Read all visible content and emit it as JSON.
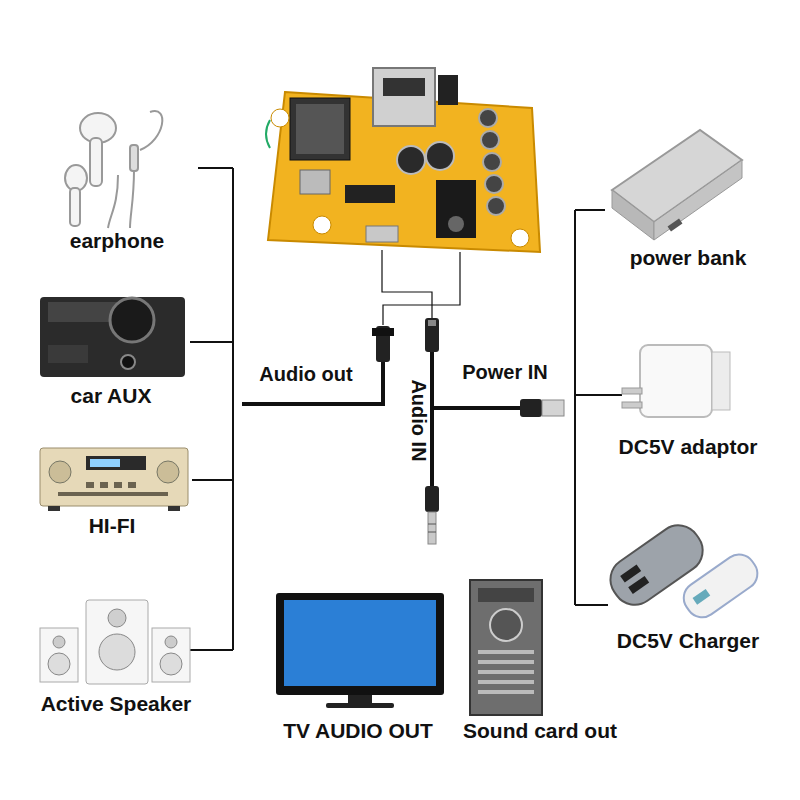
{
  "diagram": {
    "nodes": [
      {
        "text": [
          "earphone"
        ]
      },
      {
        "text": [
          "car AUX"
        ]
      },
      {
        "text": [
          "HI-FI"
        ]
      },
      {
        "text": [
          "Active Speaker"
        ]
      },
      {
        "text": [
          "power bank"
        ]
      },
      {
        "text": [
          "DC5V adaptor"
        ]
      },
      {
        "text": [
          "DC5V Charger"
        ]
      },
      {
        "text": [
          "TV AUDIO OUT"
        ]
      },
      {
        "text": [
          "Sound card out"
        ]
      }
    ],
    "labels": [
      "Audio out",
      "Audio IN",
      "Power IN"
    ]
  }
}
